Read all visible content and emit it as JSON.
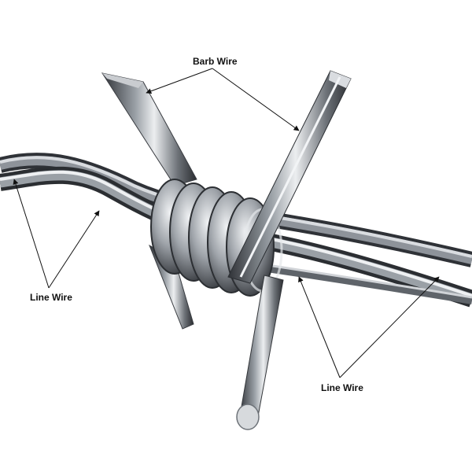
{
  "labels": {
    "barb_wire": "Barb Wire",
    "line_wire_left": "Line Wire",
    "line_wire_right": "Line Wire"
  },
  "colors": {
    "wire_dark": "#3a3d42",
    "wire_mid": "#8a8f96",
    "wire_light": "#e4e6e9",
    "leader": "#111111"
  }
}
